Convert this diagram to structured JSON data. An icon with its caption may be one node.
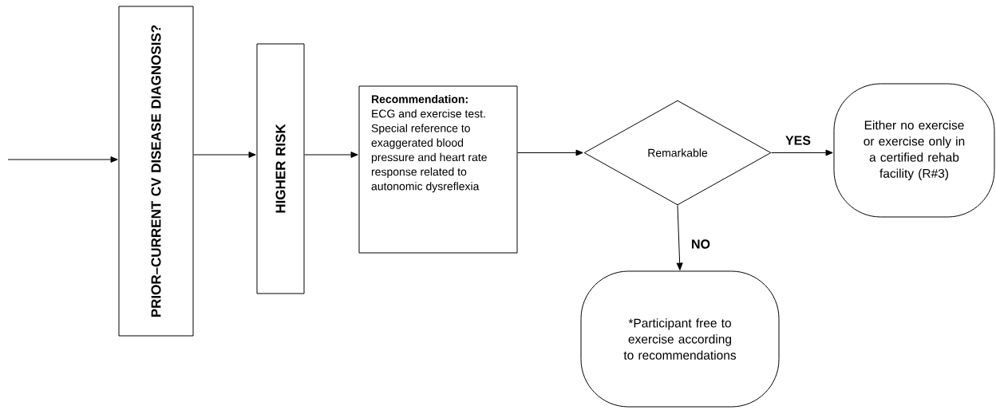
{
  "diagram": {
    "nodes": [
      {
        "text": [
          "PRIOR–CURRENT CV DISEASE DIAGNOSIS?"
        ]
      },
      {
        "text": [
          "HIGHER RISK"
        ]
      },
      {
        "text": [
          "Recommendation:",
          "ECG and exercise test. Special reference to exaggerated blood pressure and heart rate response related to autonomic dysreflexia"
        ]
      },
      {
        "text": [
          "Remarkable"
        ]
      },
      {
        "text": [
          "Either no exercise or exercise only in a certified rehab facility (R#3)"
        ]
      },
      {
        "text": [
          "*Participant free to exercise according to recommendations"
        ]
      }
    ],
    "edges": [
      {
        "from": null,
        "to": 0,
        "arrow": "to"
      },
      {
        "from": 0,
        "to": 1,
        "arrow": "to"
      },
      {
        "from": 1,
        "to": 2,
        "arrow": "to"
      },
      {
        "from": 2,
        "to": 3,
        "arrow": "to"
      },
      {
        "from": 3,
        "to": 4,
        "arrow": "to",
        "label": "YES"
      },
      {
        "from": 3,
        "to": 5,
        "arrow": "to",
        "label": "NO"
      }
    ]
  }
}
